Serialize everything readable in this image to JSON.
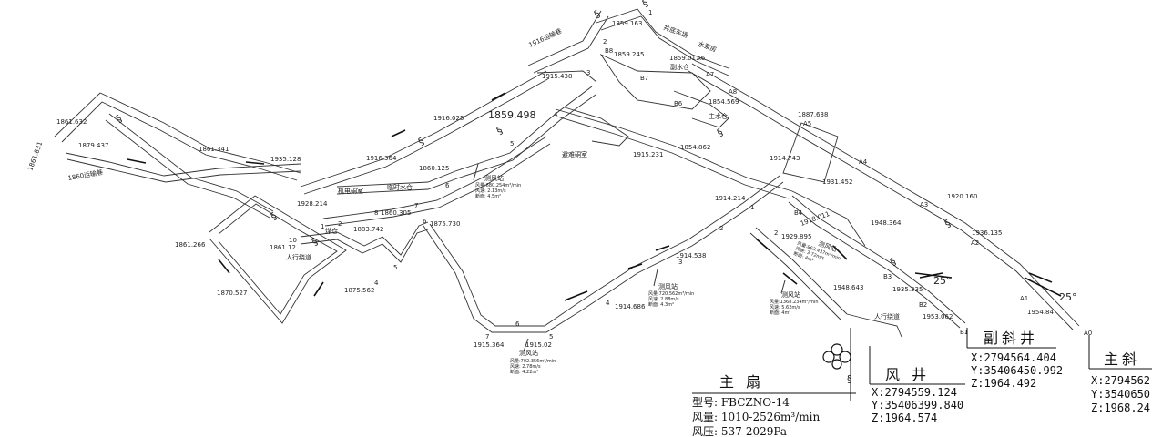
{
  "elevations": {
    "e1861_632": "1861.632",
    "e1861_831": "1861.831",
    "e1879_437": "1879.437",
    "e1860_road": "1860运输巷",
    "e1861_341": "1861.341",
    "e1935_128": "1935.128",
    "e1916_025": "1916.025",
    "e1859_498": "1859.498",
    "e1916_364": "1916.364",
    "e1860_125": "1860.125",
    "e1928_214": "1928.214",
    "e1860_305": "1860.305",
    "e1883_742": "1883.742",
    "e1875_730": "1875.730",
    "e1861_266": "1861.266",
    "e1861_12": "1861.12",
    "e1870_527": "1870.527",
    "e1875_562": "1875.562",
    "e1915_364": "1915.364",
    "e1915_02": "1915.02",
    "e1914_686": "1914.686",
    "e1914_538": "1914.538",
    "e1914_214": "1914.214",
    "e1915_231": "1915.231",
    "e1854_862": "1854.862",
    "e1914_743": "1914.743",
    "e1915_438": "1915.438",
    "e1916_road": "1916运输巷",
    "e1859_163": "1859.163",
    "e1859_245": "1859.245",
    "e1859_011": "1859.011",
    "e1854_569": "1854.569",
    "e1887_638": "1887.638",
    "e1931_452": "1931.452",
    "e1920_160": "1920.160",
    "e1918_011": "1918.011",
    "e1948_364": "1948.364",
    "e1936_135": "1936.135",
    "e1929_895": "1929.895",
    "e1948_643": "1948.643",
    "e1935_335": "1935.335",
    "e1953_062": "1953.062",
    "e1954_84": "1954.84"
  },
  "places": {
    "mech_room": "机电硐室",
    "temp_sump": "临时水仓",
    "coal_bin": "煤仓",
    "pedestrian": "人行绕道",
    "refuge": "避难硐室",
    "sump": "副水仓",
    "main_sump": "主水仓",
    "pump_house": "水泵房",
    "substation": "井底车场",
    "pedestrian2": "人行绕道"
  },
  "stations": {
    "title": "测风站",
    "s1": {
      "q": "风量:680.254m³/min",
      "v": "风速: 2.13m/s",
      "a": "断面: 4.5m²"
    },
    "s2": {
      "q": "风量:720.562m³/min",
      "v": "风速: 2.88m/s",
      "a": "断面: 4.3m²"
    },
    "s3": {
      "q": "风量:1368.234m³/min",
      "v": "风速: 5.62m/s",
      "a": "断面: 4m²"
    },
    "s4": {
      "q": "风量:863.437m³/min",
      "v": "风速: 3.72m/s",
      "a": "断面: 4m²"
    },
    "s5": {
      "q": "风量:702.356m³/min",
      "v": "风速: 2.78m/s",
      "a": "断面: 4.22m²"
    }
  },
  "nodes": {
    "n1": "1",
    "n2": "2",
    "n3": "3",
    "n4": "4",
    "n5": "5",
    "n6": "6",
    "n7": "7",
    "n8": "8",
    "n10": "10",
    "b1": "B1",
    "b2": "B2",
    "b3": "B3",
    "b4": "B4",
    "b6": "B6",
    "b7": "B7",
    "b8": "B8",
    "a0": "A0",
    "a1": "A1",
    "a2": "A2",
    "a3": "A3",
    "a4": "A4",
    "a5": "A5",
    "a6": "A6",
    "a7": "A7",
    "a8": "A8"
  },
  "angles": {
    "left": "25°",
    "right": "25°"
  },
  "fan": {
    "title": "主  扇",
    "model": "型号: FBCZNO-14",
    "airflow": "风量: 1010-2526m³/min",
    "pressure": "风压: 537-2029Pa"
  },
  "shaft": {
    "title": "风  井",
    "x": "X:2794559.124",
    "y": "Y:35406399.840",
    "z": "Z:1964.574"
  },
  "aux_incline": {
    "title": "副斜井",
    "x": "X:2794564.404",
    "y": "Y:35406450.992",
    "z": "Z:1964.492"
  },
  "main_incline": {
    "title": "主斜",
    "x": "X:2794562",
    "y": "Y:3540650",
    "z": "Z:1968.24"
  }
}
